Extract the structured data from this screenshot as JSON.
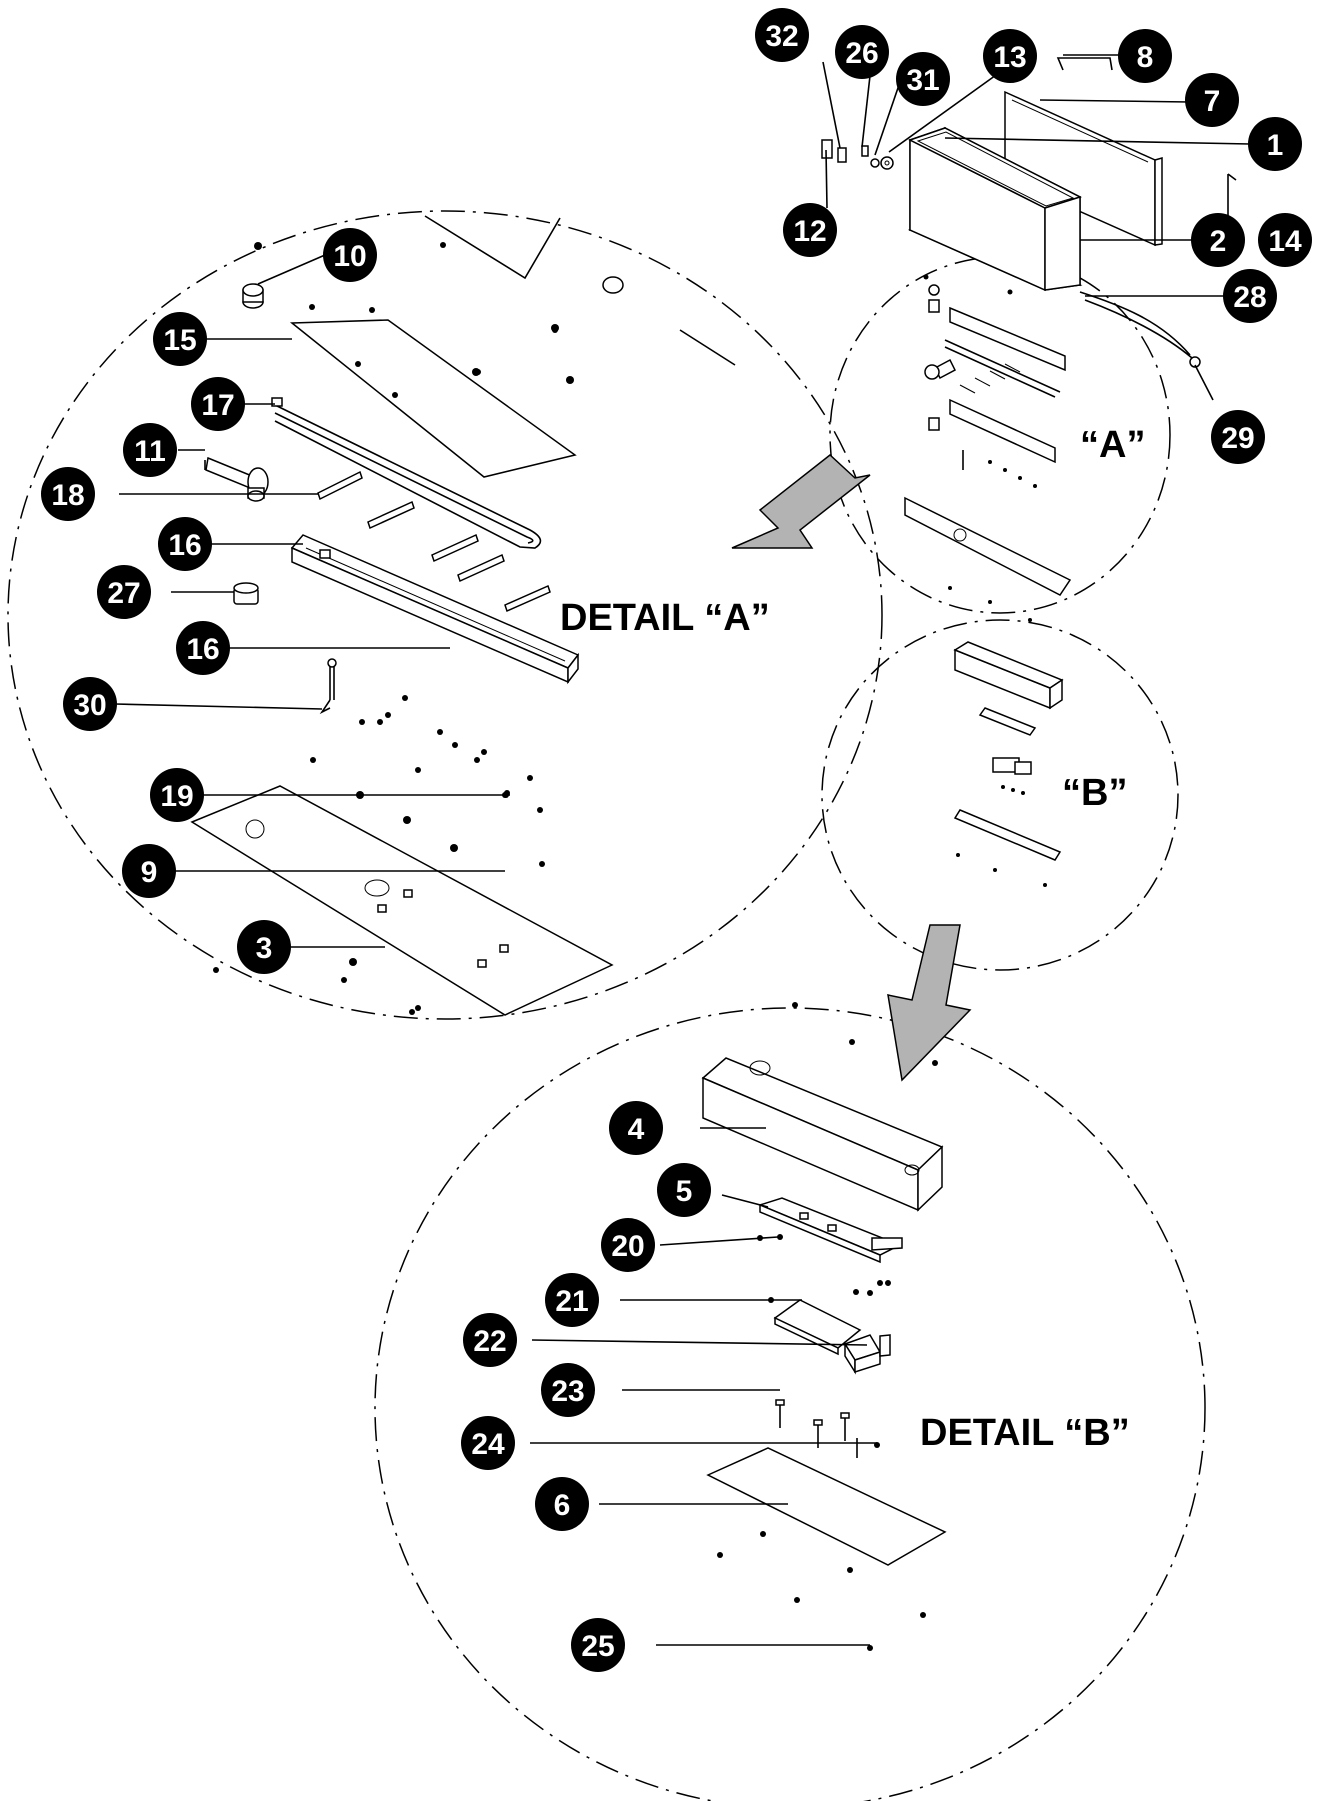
{
  "callouts": {
    "c1": "1",
    "c2": "2",
    "c3": "3",
    "c4": "4",
    "c5": "5",
    "c6": "6",
    "c7": "7",
    "c8": "8",
    "c9": "9",
    "c10": "10",
    "c11": "11",
    "c12": "12",
    "c13": "13",
    "c14": "14",
    "c15": "15",
    "c16a": "16",
    "c16b": "16",
    "c17": "17",
    "c18": "18",
    "c19": "19",
    "c20": "20",
    "c21": "21",
    "c22": "22",
    "c23": "23",
    "c24": "24",
    "c25": "25",
    "c26": "26",
    "c27": "27",
    "c28": "28",
    "c29": "29",
    "c30": "30",
    "c31": "31",
    "c32": "32"
  },
  "detail_labels": {
    "a_small": "“A”",
    "b_small": "“B”",
    "a_large": "DETAIL “A”",
    "b_large": "DETAIL “B”"
  },
  "colors": {
    "callout_fill": "#000000",
    "callout_text": "#ffffff",
    "arrow_fill": "#b3b3b3"
  }
}
